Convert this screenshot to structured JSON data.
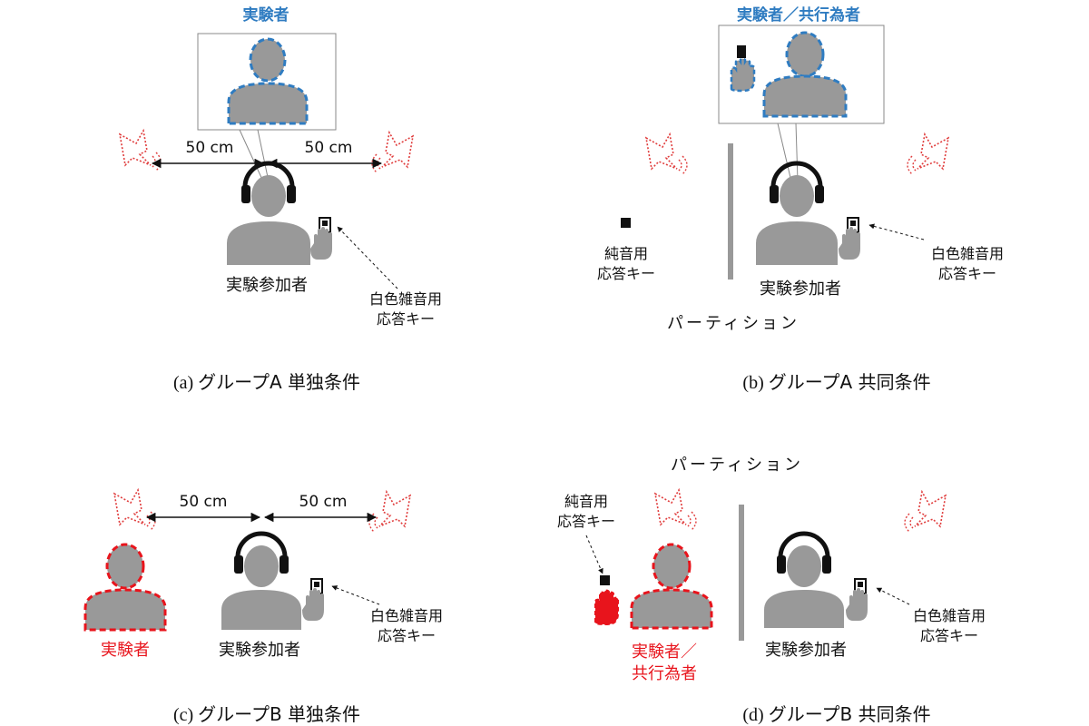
{
  "colors": {
    "figure_gray": "#999999",
    "experimenter_blue": "#2f7cc1",
    "experimenter_red": "#e8141c",
    "speaker_red": "#e03c3c",
    "text_black": "#111111"
  },
  "panel_a": {
    "experimenter_label": "実験者",
    "distance_left": "50 cm",
    "distance_right": "50 cm",
    "participant_label": "実験参加者",
    "key_label_line1": "白色雑音用",
    "key_label_line2": "応答キー",
    "caption_prefix": "(a) ",
    "caption_text": "グループA 単独条件"
  },
  "panel_b": {
    "experimenter_label": "実験者／共行為者",
    "pure_key_line1": "純音用",
    "pure_key_line2": "応答キー",
    "participant_label": "実験参加者",
    "key_label_line1": "白色雑音用",
    "key_label_line2": "応答キー",
    "partition_label": "パーティション",
    "caption_prefix": "(b) ",
    "caption_text": "グループA 共同条件"
  },
  "panel_c": {
    "distance_left": "50 cm",
    "distance_right": "50 cm",
    "experimenter_label": "実験者",
    "participant_label": "実験参加者",
    "key_label_line1": "白色雑音用",
    "key_label_line2": "応答キー",
    "caption_prefix": "(c) ",
    "caption_text": "グループB 単独条件"
  },
  "panel_d": {
    "partition_label": "パーティション",
    "pure_key_line1": "純音用",
    "pure_key_line2": "応答キー",
    "experimenter_line1": "実験者／",
    "experimenter_line2": "共行為者",
    "participant_label": "実験参加者",
    "key_label_line1": "白色雑音用",
    "key_label_line2": "応答キー",
    "caption_prefix": "(d) ",
    "caption_text": "グループB 共同条件"
  }
}
